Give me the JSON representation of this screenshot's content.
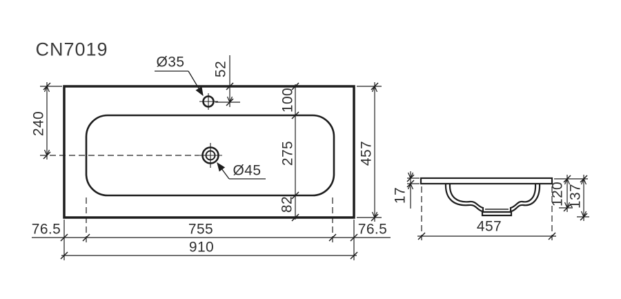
{
  "title": "CN7019",
  "top_view": {
    "faucet_diameter": "Ø35",
    "drain_diameter": "Ø45",
    "faucet_offset_from_back": "52",
    "back_edge_to_drain_center": "240",
    "back_rim_width": "100",
    "basin_inner_depth": "275",
    "front_rim_width": "82",
    "overall_depth": "457",
    "left_rim_width": "76.5",
    "basin_inner_width": "755",
    "right_rim_width": "76.5",
    "overall_width": "910"
  },
  "side_view": {
    "rim_thickness": "17",
    "basin_inner_height": "120",
    "overall_height": "137",
    "basin_width": "457"
  },
  "colors": {
    "line": "#1d1d1d",
    "background": "#ffffff"
  }
}
